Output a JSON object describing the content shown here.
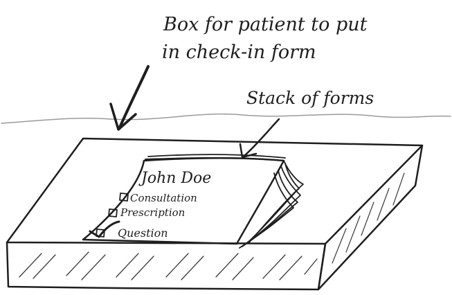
{
  "annotations": {
    "box_label_line1": "Box for patient to put",
    "box_label_line2": "in check-in form",
    "stack_label": "Stack of forms"
  },
  "form": {
    "name": "John Doe",
    "options": [
      {
        "label": "Consultation",
        "checked": false
      },
      {
        "label": "Prescription",
        "checked": false
      },
      {
        "label": "Question",
        "checked": true
      }
    ]
  },
  "colors": {
    "ink": "#1e1e1e",
    "paper": "#ffffff"
  }
}
